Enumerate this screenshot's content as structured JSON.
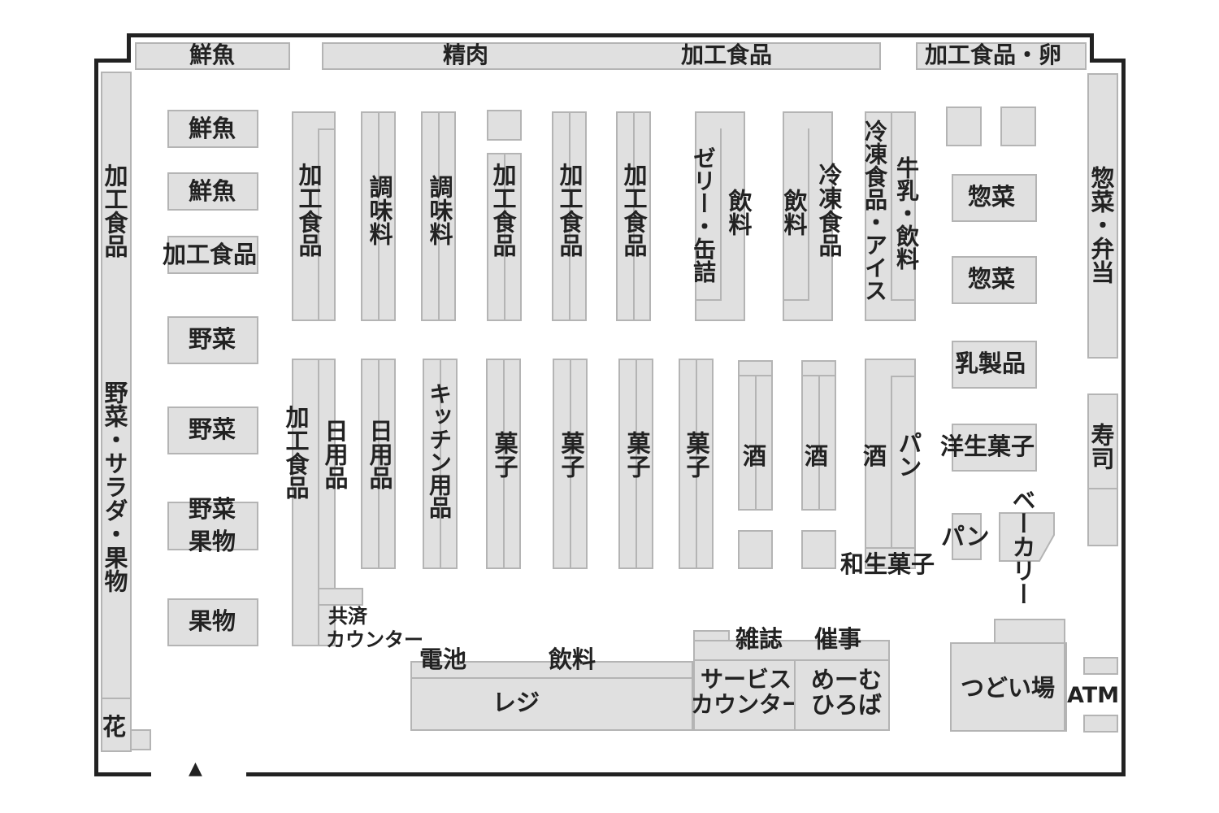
{
  "labels": {
    "top_fish": "鮮魚",
    "top_meat": "精肉",
    "top_processed": "加工食品",
    "top_processed_egg": "加工食品・卵",
    "left_processed": "加工食品",
    "left_veg_salad_fruit": "野菜・サラダ・果物",
    "flower": "花",
    "island_fish_1": "鮮魚",
    "island_fish_2": "鮮魚",
    "island_processed": "加工食品",
    "island_veg_1": "野菜",
    "island_veg_2": "野菜",
    "island_veg_3": "野菜",
    "island_fruit_1": "果物",
    "island_fruit_2": "果物",
    "aisle_processed_1": "加工食品",
    "aisle_seasoning_1": "調味料",
    "aisle_seasoning_2": "調味料",
    "aisle_processed_2": "加工食品",
    "aisle_processed_3": "加工食品",
    "aisle_processed_4": "加工食品",
    "aisle_jelly_cans": "ゼリー・缶詰",
    "aisle_drinks_1": "飲料",
    "aisle_drinks_2": "飲料",
    "aisle_frozen": "冷凍食品",
    "aisle_frozen_ice": "冷凍食品・アイス",
    "aisle_milk_drinks": "牛乳・飲料",
    "deli_1": "惣菜",
    "deli_2": "惣菜",
    "dairy": "乳製品",
    "right_deli_bento": "惣菜・弁当",
    "sushi": "寿司",
    "aisle_processed_5": "加工食品",
    "aisle_daily_1": "日用品",
    "aisle_daily_2": "日用品",
    "aisle_kitchen": "キッチン用品",
    "aisle_sweets_1": "菓子",
    "aisle_sweets_2": "菓子",
    "aisle_sweets_3": "菓子",
    "aisle_sweets_4": "菓子",
    "aisle_sake_1": "酒",
    "aisle_sake_2": "酒",
    "aisle_sake_3": "酒",
    "aisle_bread": "パン",
    "western_sweets": "洋生菓子",
    "bread": "パン",
    "bakery": "ベーカリー",
    "japanese_sweets": "和生菓子",
    "coop_counter_1": "共済",
    "coop_counter_2": "カウンター",
    "battery": "電池",
    "drinks_register": "飲料",
    "register": "レジ",
    "magazines": "雑誌",
    "events": "催事",
    "service_counter_1": "サービス",
    "service_counter_2": "カウンター",
    "meemu_1": "めーむ",
    "meemu_2": "ひろば",
    "tsudoi": "つどい場",
    "atm": "ATM",
    "entrance": "▲"
  },
  "colors": {
    "shelf_fill": "#e0e0e0",
    "shelf_border": "#b4b4b4",
    "wall": "#222222",
    "text": "#222222"
  }
}
